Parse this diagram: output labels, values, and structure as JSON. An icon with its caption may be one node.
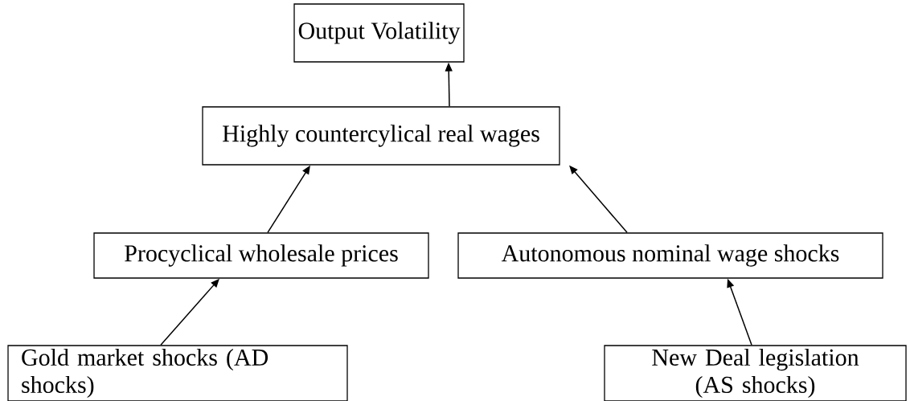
{
  "diagram": {
    "nodes": [
      {
        "text": [
          "Output Volatility"
        ]
      },
      {
        "text": [
          "Highly countercylical real wages"
        ]
      },
      {
        "text": [
          "Procyclical wholesale prices"
        ]
      },
      {
        "text": [
          "Autonomous nominal wage shocks"
        ]
      },
      {
        "text": [
          "Gold market shocks (AD shocks)"
        ]
      },
      {
        "text": [
          "New Deal legislation (AS shocks)"
        ]
      }
    ],
    "edges": [
      {
        "from": 1,
        "to": 0,
        "arrow": "to"
      },
      {
        "from": 2,
        "to": 1,
        "arrow": "to"
      },
      {
        "from": 3,
        "to": 1,
        "arrow": "to"
      },
      {
        "from": 4,
        "to": 2,
        "arrow": "to"
      },
      {
        "from": 5,
        "to": 3,
        "arrow": "to"
      }
    ]
  }
}
